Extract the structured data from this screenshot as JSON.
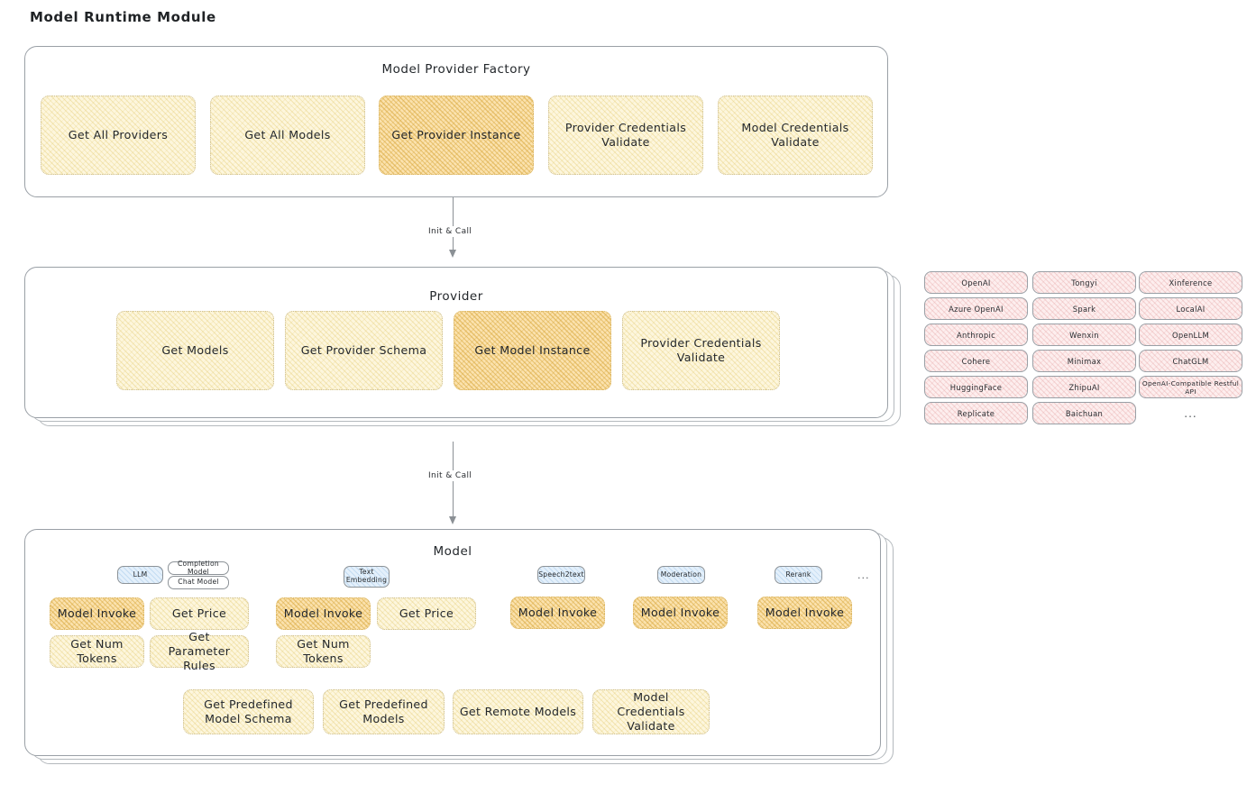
{
  "page": {
    "title": "Model Runtime Module"
  },
  "factory": {
    "title": "Model Provider Factory",
    "boxes": [
      {
        "label": "Get All Providers",
        "highlight": false
      },
      {
        "label": "Get All Models",
        "highlight": false
      },
      {
        "label": "Get Provider Instance",
        "highlight": true
      },
      {
        "label": "Provider Credentials Validate",
        "highlight": false
      },
      {
        "label": "Model Credentials Validate",
        "highlight": false
      }
    ]
  },
  "arrows": [
    {
      "label": "Init & Call"
    },
    {
      "label": "Init & Call"
    }
  ],
  "provider": {
    "title": "Provider",
    "boxes": [
      {
        "label": "Get Models",
        "highlight": false
      },
      {
        "label": "Get Provider Schema",
        "highlight": false
      },
      {
        "label": "Get Model Instance",
        "highlight": true
      },
      {
        "label": "Provider Credentials Validate",
        "highlight": false
      }
    ]
  },
  "provider_list": {
    "columns": [
      {
        "items": [
          "OpenAI",
          "Azure OpenAI",
          "Anthropic",
          "Cohere",
          "HuggingFace",
          "Replicate"
        ]
      },
      {
        "items": [
          "Tongyi",
          "Spark",
          "Wenxin",
          "Minimax",
          "ZhipuAI",
          "Baichuan"
        ]
      },
      {
        "items": [
          "Xinference",
          "LocalAI",
          "OpenLLM",
          "ChatGLM",
          "OpenAI-Compatible Restful API"
        ]
      }
    ],
    "ellipsis": "..."
  },
  "model": {
    "title": "Model",
    "ellipsis": "...",
    "types": [
      {
        "badge": "LLM",
        "sub_badges": [
          "Completion Model",
          "Chat Model"
        ],
        "methods": [
          {
            "label": "Model Invoke",
            "highlight": true
          },
          {
            "label": "Get Price",
            "highlight": false
          },
          {
            "label": "Get Num Tokens",
            "highlight": false
          },
          {
            "label": "Get Parameter Rules",
            "highlight": false
          }
        ]
      },
      {
        "badge": "Text Embedding",
        "sub_badges": [],
        "methods": [
          {
            "label": "Model Invoke",
            "highlight": true
          },
          {
            "label": "Get Price",
            "highlight": false
          },
          {
            "label": "Get Num Tokens",
            "highlight": false
          }
        ]
      },
      {
        "badge": "Speech2text",
        "sub_badges": [],
        "methods": [
          {
            "label": "Model Invoke",
            "highlight": true
          }
        ]
      },
      {
        "badge": "Moderation",
        "sub_badges": [],
        "methods": [
          {
            "label": "Model Invoke",
            "highlight": true
          }
        ]
      },
      {
        "badge": "Rerank",
        "sub_badges": [],
        "methods": [
          {
            "label": "Model Invoke",
            "highlight": true
          }
        ]
      }
    ],
    "common_methods": [
      {
        "label": "Get Predefined Model Schema"
      },
      {
        "label": "Get Predefined Models"
      },
      {
        "label": "Get Remote Models"
      },
      {
        "label": "Model Credentials Validate"
      }
    ]
  },
  "colors": {
    "hatch_fill": "#fdf6dd",
    "hatch_highlight": "#fbe2ae",
    "provider_pill": "#fdeeee",
    "model_badge": "#e4f0fb",
    "card_border": "#9aa0a6"
  }
}
